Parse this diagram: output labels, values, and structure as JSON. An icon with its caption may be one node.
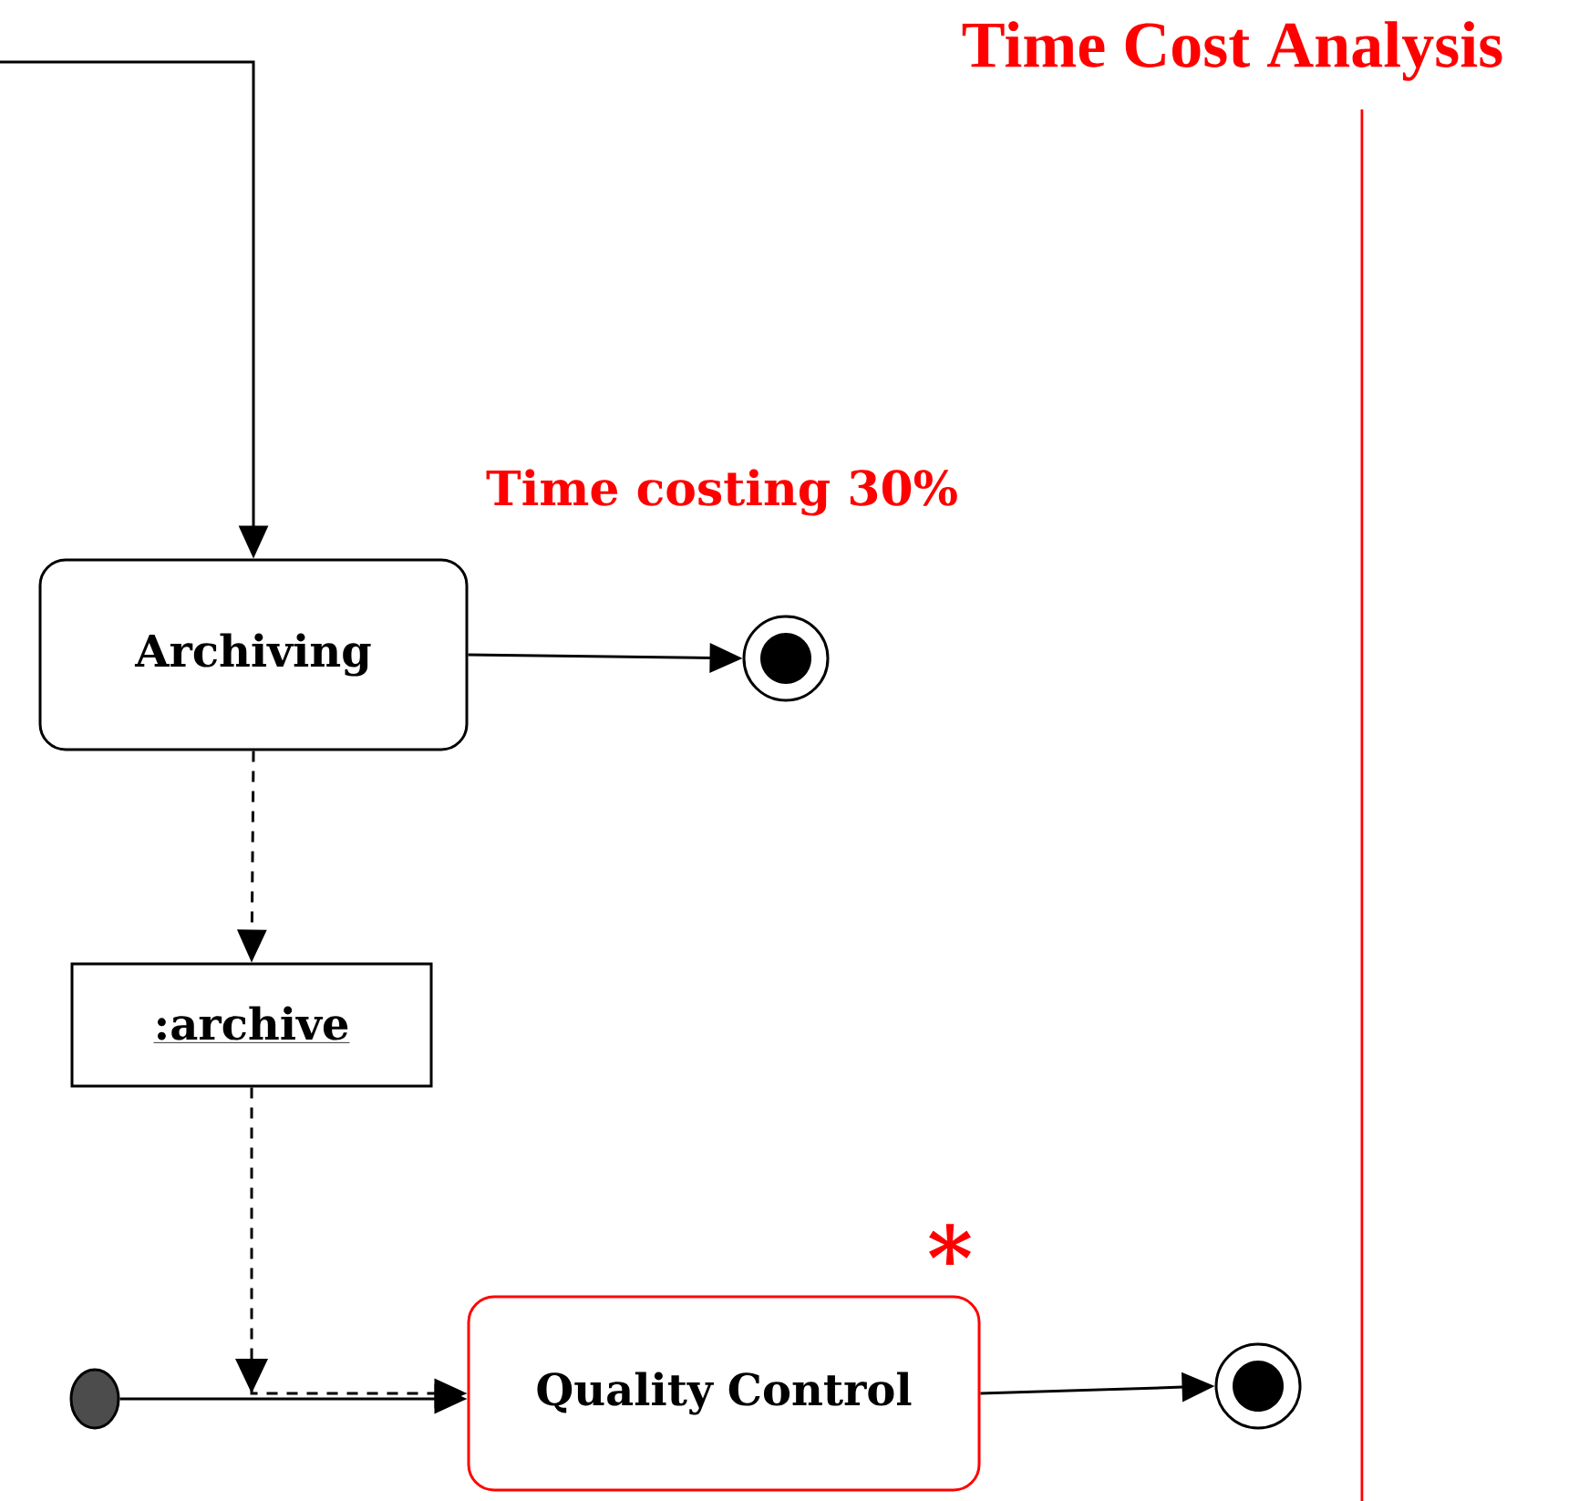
{
  "diagram": {
    "nodes": [
      {
        "text": [
          "Archiving"
        ]
      },
      {
        "text": [
          ":archive"
        ]
      },
      {
        "text": [],
        "shape": "circle"
      },
      {
        "text": [
          "Quality Control"
        ],
        "beside": [
          "*"
        ]
      },
      {
        "text": [],
        "shape": "circle"
      },
      {
        "text": [],
        "shape": "circle"
      }
    ],
    "edges": [
      {
        "from": null,
        "to": 0,
        "arrow": "to"
      },
      {
        "from": 0,
        "to": 4,
        "arrow": "to"
      },
      {
        "from": 0,
        "to": 1,
        "arrow": "to",
        "style": "dashed"
      },
      {
        "from": 1,
        "to": 3,
        "arrow": "to",
        "style": "dashed"
      },
      {
        "from": 2,
        "to": 3,
        "arrow": "to"
      },
      {
        "from": 3,
        "to": 5,
        "arrow": "to"
      }
    ],
    "labels": [
      "Time Cost Analysis",
      "Time costing 30%"
    ]
  }
}
